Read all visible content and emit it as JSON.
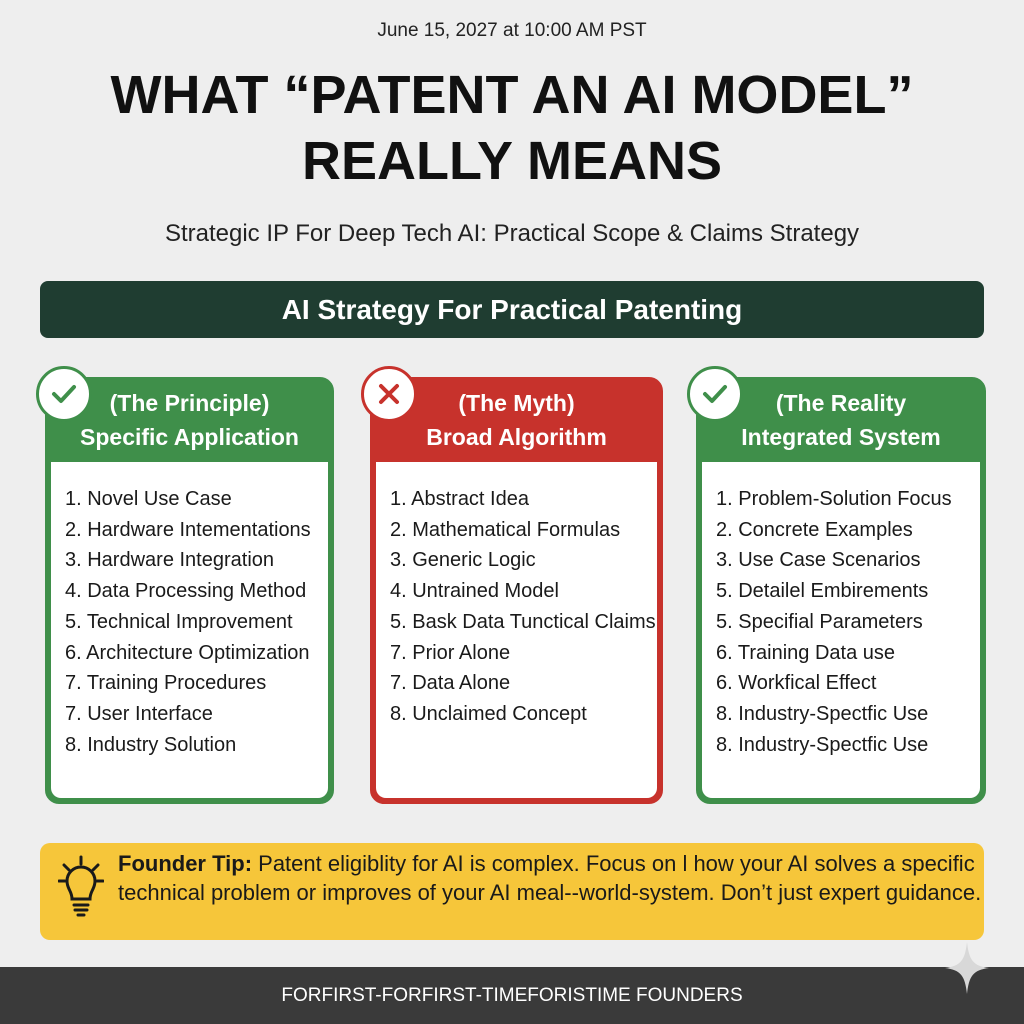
{
  "header": {
    "date": "June 15, 2027 at 10:00 AM PST",
    "title_line1": "WHAT “PATENT AN AI MODEL”",
    "title_line2": "REALLY MEANS",
    "subtitle": "Strategic IP For Deep Tech AI: Practical Scope & Claims Strategy"
  },
  "banner": "AI Strategy For Practical Patenting",
  "colors": {
    "green": "#3f8f4a",
    "red": "#c7322c",
    "banner": "#1f3d31",
    "tip": "#f6c63a",
    "footer": "#3a3a3a"
  },
  "cards": [
    {
      "icon": "check-icon",
      "line1": "(The Principle)",
      "line2": "Specific Application",
      "items": [
        "1. Novel Use Case",
        "2. Hardware Intementations",
        "3. Hardware Integration",
        "4. Data Processing Method",
        "5. Technical Improvement",
        "6. Architecture Optimization",
        "7. Training Procedures",
        "7. User Interface",
        "8. Industry Solution"
      ]
    },
    {
      "icon": "x-icon",
      "line1": "(The Myth)",
      "line2": "Broad Algorithm",
      "items": [
        "1. Abstract Idea",
        "2. Mathematical Formulas",
        "3. Generic Logic",
        "4. Untrained Model",
        "5. Bask Data Tunctical Claims",
        "7. Prior Alone",
        "7. Data Alone",
        "8. Unclaimed Concept"
      ]
    },
    {
      "icon": "check-icon",
      "line1": "(The Reality",
      "line2": "Integrated System",
      "items": [
        "1. Problem-Solution Focus",
        "2. Concrete Examples",
        "3. Use Case Scenarios",
        "5. Detailel  Embirements",
        "5. Specifial Parameters",
        "6. Training Data use",
        "6. Workfical Effect",
        "8. Industry-Spectfic Use",
        "8. Industry-Spectfic Use"
      ]
    }
  ],
  "tip": {
    "label": "Founder Tip:",
    "text": " Patent eligiblity for AI is complex. Focus on l how your AI solves a specific technical problem or improves of your AI meal--world-system. Don’t just expert guidance."
  },
  "footer": "FORFIRST-FORFIRST-TIMEFORISTIME FOUNDERS"
}
